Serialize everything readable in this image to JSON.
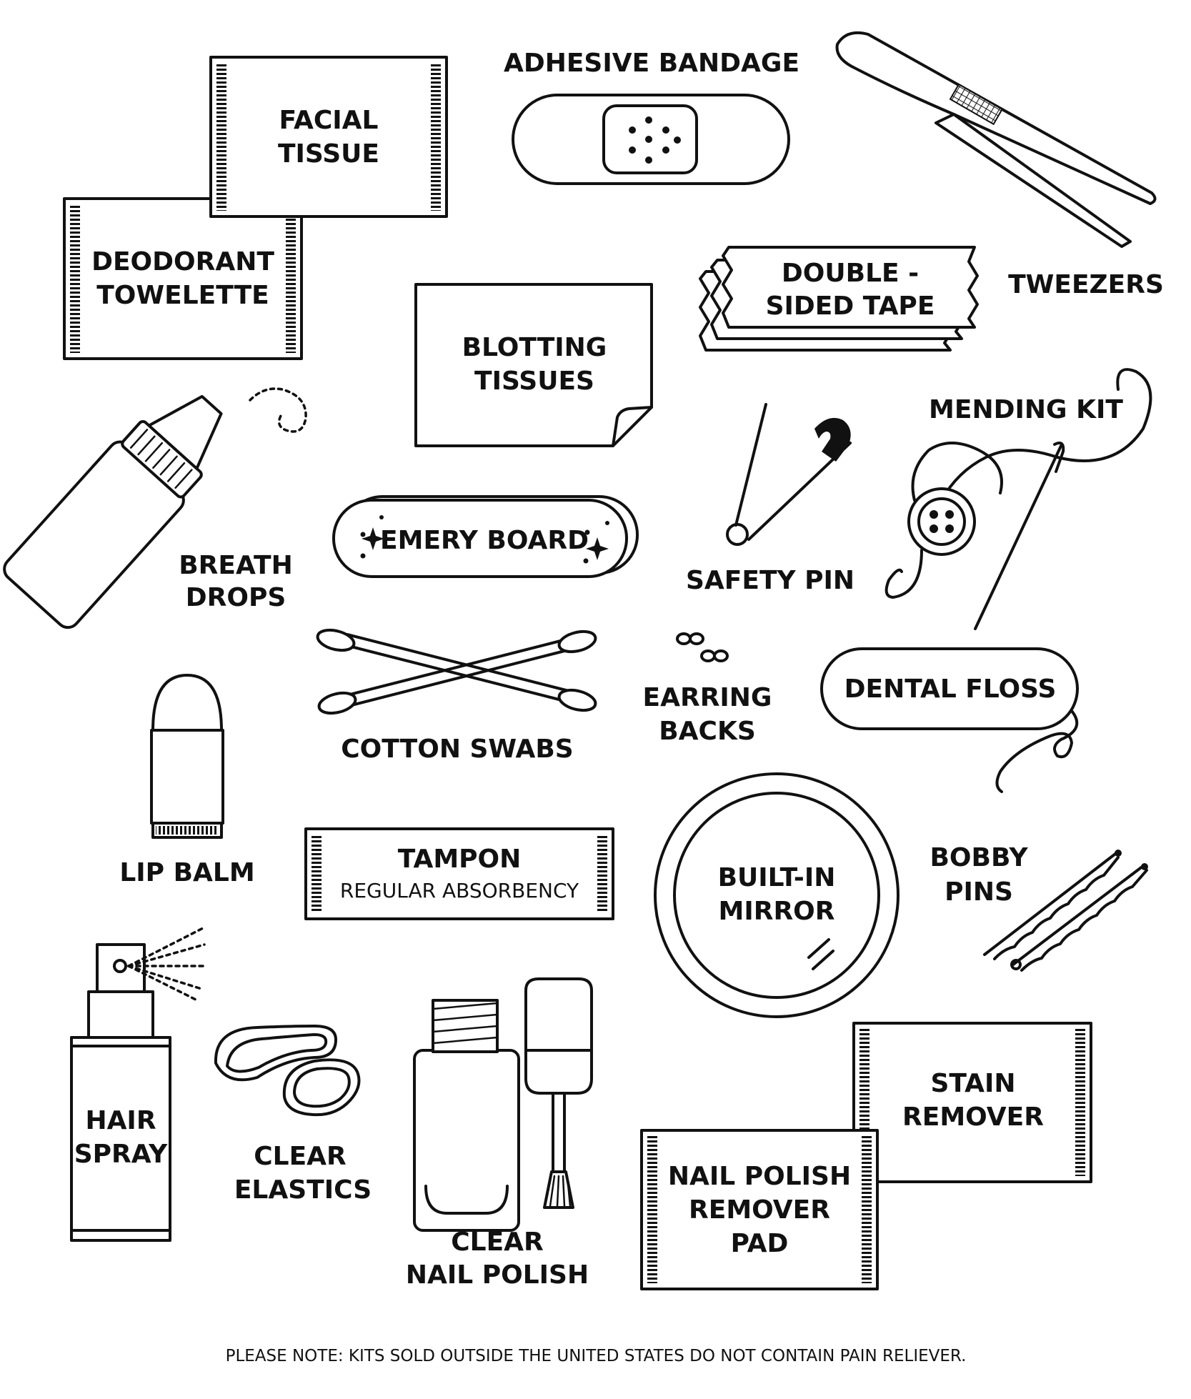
{
  "items": {
    "facial_tissue": [
      "FACIAL",
      "TISSUE"
    ],
    "deodorant_towelette": [
      "DEODORANT",
      "TOWELETTE"
    ],
    "adhesive_bandage": "ADHESIVE BANDAGE",
    "tweezers": "TWEEZERS",
    "double_sided_tape": [
      "DOUBLE -",
      "SIDED TAPE"
    ],
    "blotting_tissues": [
      "BLOTTING",
      "TISSUES"
    ],
    "breath_drops": [
      "BREATH",
      "DROPS"
    ],
    "emery_board": "EMERY BOARD",
    "safety_pin": "SAFETY PIN",
    "mending_kit": "MENDING KIT",
    "cotton_swabs": "COTTON SWABS",
    "earring_backs": [
      "EARRING",
      "BACKS"
    ],
    "dental_floss": "DENTAL FLOSS",
    "lip_balm": "LIP BALM",
    "tampon": "TAMPON",
    "tampon_sub": "REGULAR ABSORBENCY",
    "built_in_mirror": [
      "BUILT-IN",
      "MIRROR"
    ],
    "bobby_pins": [
      "BOBBY",
      "PINS"
    ],
    "hair_spray": [
      "HAIR",
      "SPRAY"
    ],
    "clear_elastics": [
      "CLEAR",
      "ELASTICS"
    ],
    "clear_nail_polish": [
      "CLEAR",
      "NAIL POLISH"
    ],
    "stain_remover": [
      "STAIN",
      "REMOVER"
    ],
    "nail_polish_remover_pad": [
      "NAIL POLISH",
      "REMOVER",
      "PAD"
    ]
  },
  "footnote": "PLEASE NOTE: KITS SOLD OUTSIDE THE UNITED STATES DO NOT CONTAIN PAIN RELIEVER."
}
